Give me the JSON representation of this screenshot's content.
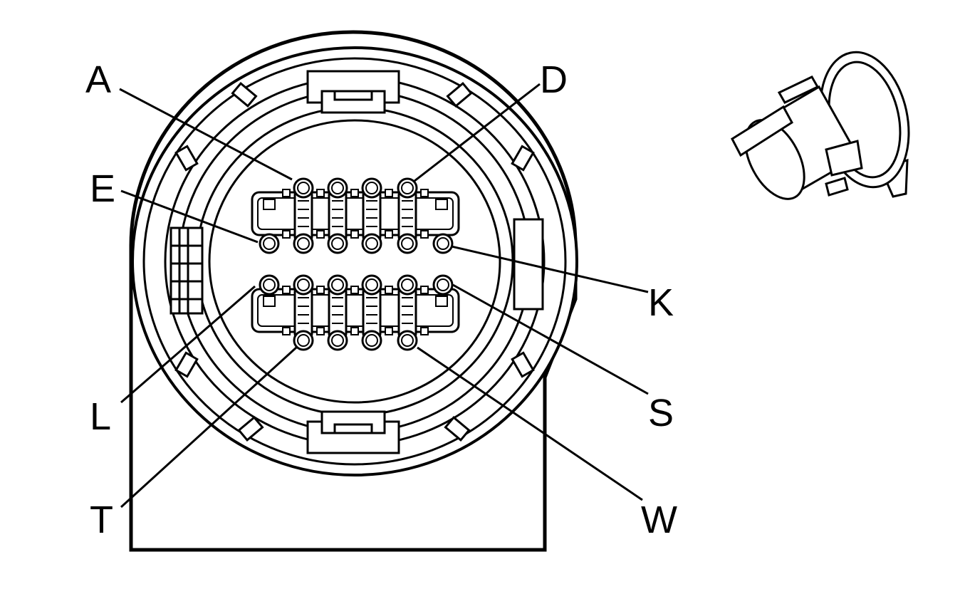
{
  "diagram": {
    "stroke_color": "#000000",
    "background_color": "#ffffff",
    "pin_labels": {
      "a": "A",
      "d": "D",
      "e": "E",
      "k": "K",
      "l": "L",
      "s": "S",
      "t": "T",
      "w": "W"
    }
  }
}
